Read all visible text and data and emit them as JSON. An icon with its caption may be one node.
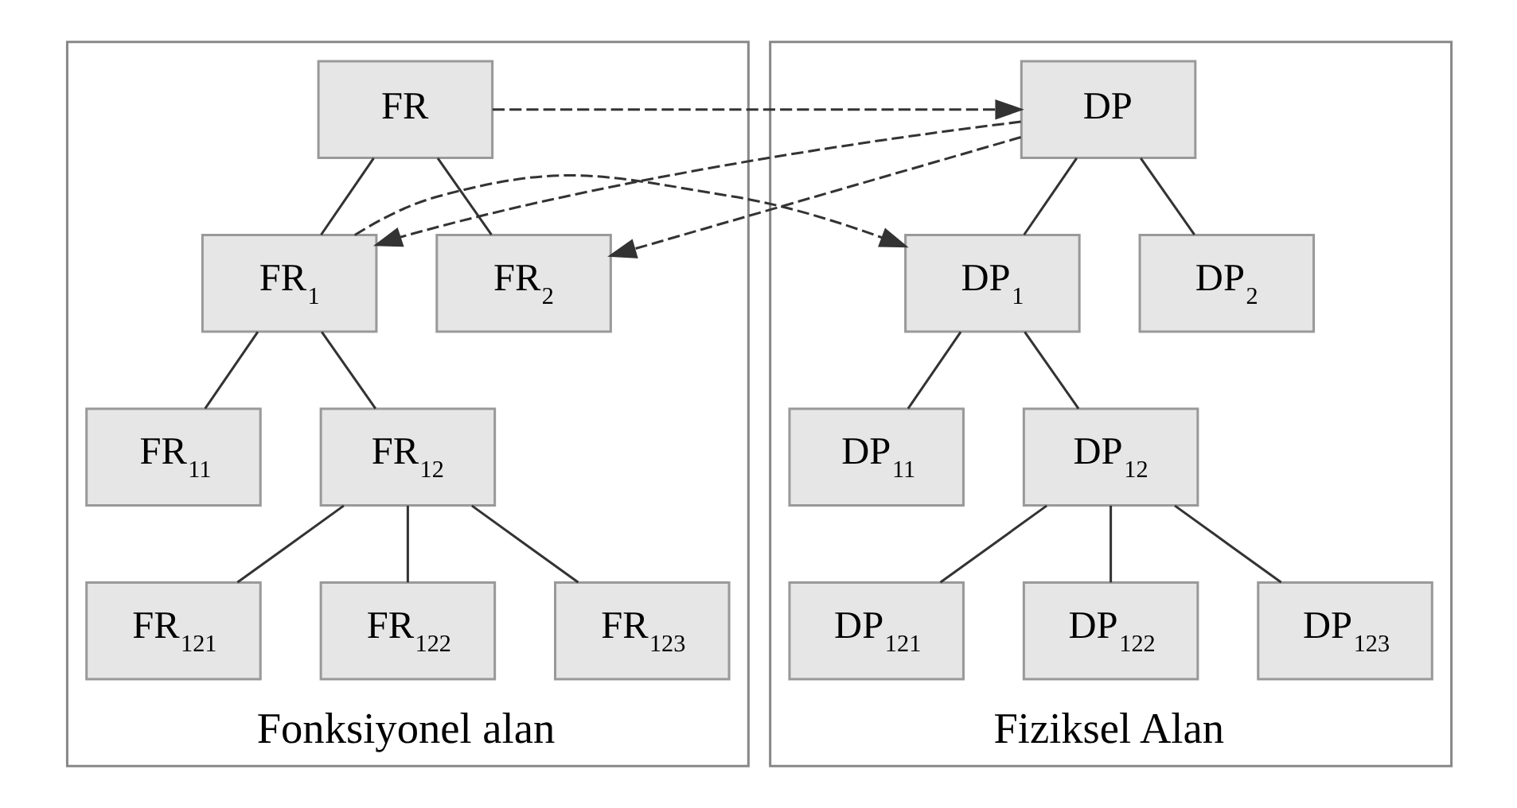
{
  "diagram": {
    "nodes": [
      {
        "text": [
          "Fonksiyonel alan"
        ]
      },
      {
        "text": [
          "FR"
        ],
        "in": 0
      },
      {
        "text": [
          "FR$_{1}$"
        ],
        "in": 0
      },
      {
        "text": [
          "FR$_{2}$"
        ],
        "in": 0
      },
      {
        "text": [
          "FR$_{11}$"
        ],
        "in": 0
      },
      {
        "text": [
          "FR$_{12}$"
        ],
        "in": 0
      },
      {
        "text": [
          "FR$_{121}$"
        ],
        "in": 0
      },
      {
        "text": [
          "FR$_{122}$"
        ],
        "in": 0
      },
      {
        "text": [
          "FR$_{123}$"
        ],
        "in": 0
      },
      {
        "text": [
          "Fiziksel Alan"
        ]
      },
      {
        "text": [
          "DP"
        ],
        "in": 9
      },
      {
        "text": [
          "DP$_{1}$"
        ],
        "in": 9
      },
      {
        "text": [
          "DP$_{2}$"
        ],
        "in": 9
      },
      {
        "text": [
          "DP$_{11}$"
        ],
        "in": 9
      },
      {
        "text": [
          "DP$_{12}$"
        ],
        "in": 9
      },
      {
        "text": [
          "DP$_{121}$"
        ],
        "in": 9
      },
      {
        "text": [
          "DP$_{122}$"
        ],
        "in": 9
      },
      {
        "text": [
          "DP$_{123}$"
        ],
        "in": 9
      }
    ],
    "edges": [
      {
        "from": 1,
        "to": 2,
        "arrow": "none"
      },
      {
        "from": 1,
        "to": 3,
        "arrow": "none"
      },
      {
        "from": 2,
        "to": 4,
        "arrow": "none"
      },
      {
        "from": 2,
        "to": 5,
        "arrow": "none"
      },
      {
        "from": 5,
        "to": 6,
        "arrow": "none"
      },
      {
        "from": 5,
        "to": 7,
        "arrow": "none"
      },
      {
        "from": 5,
        "to": 8,
        "arrow": "none"
      },
      {
        "from": 10,
        "to": 11,
        "arrow": "none"
      },
      {
        "from": 10,
        "to": 12,
        "arrow": "none"
      },
      {
        "from": 11,
        "to": 13,
        "arrow": "none"
      },
      {
        "from": 11,
        "to": 14,
        "arrow": "none"
      },
      {
        "from": 14,
        "to": 15,
        "arrow": "none"
      },
      {
        "from": 14,
        "to": 16,
        "arrow": "none"
      },
      {
        "from": 14,
        "to": 17,
        "arrow": "none"
      },
      {
        "from": 1,
        "to": 10,
        "arrow": "to",
        "style": "dashed"
      },
      {
        "from": 10,
        "to": 2,
        "arrow": "to",
        "style": "dashed"
      },
      {
        "from": 10,
        "to": 3,
        "arrow": "to",
        "style": "dashed"
      },
      {
        "from": 2,
        "to": 11,
        "arrow": "to",
        "style": "dashed"
      }
    ]
  }
}
